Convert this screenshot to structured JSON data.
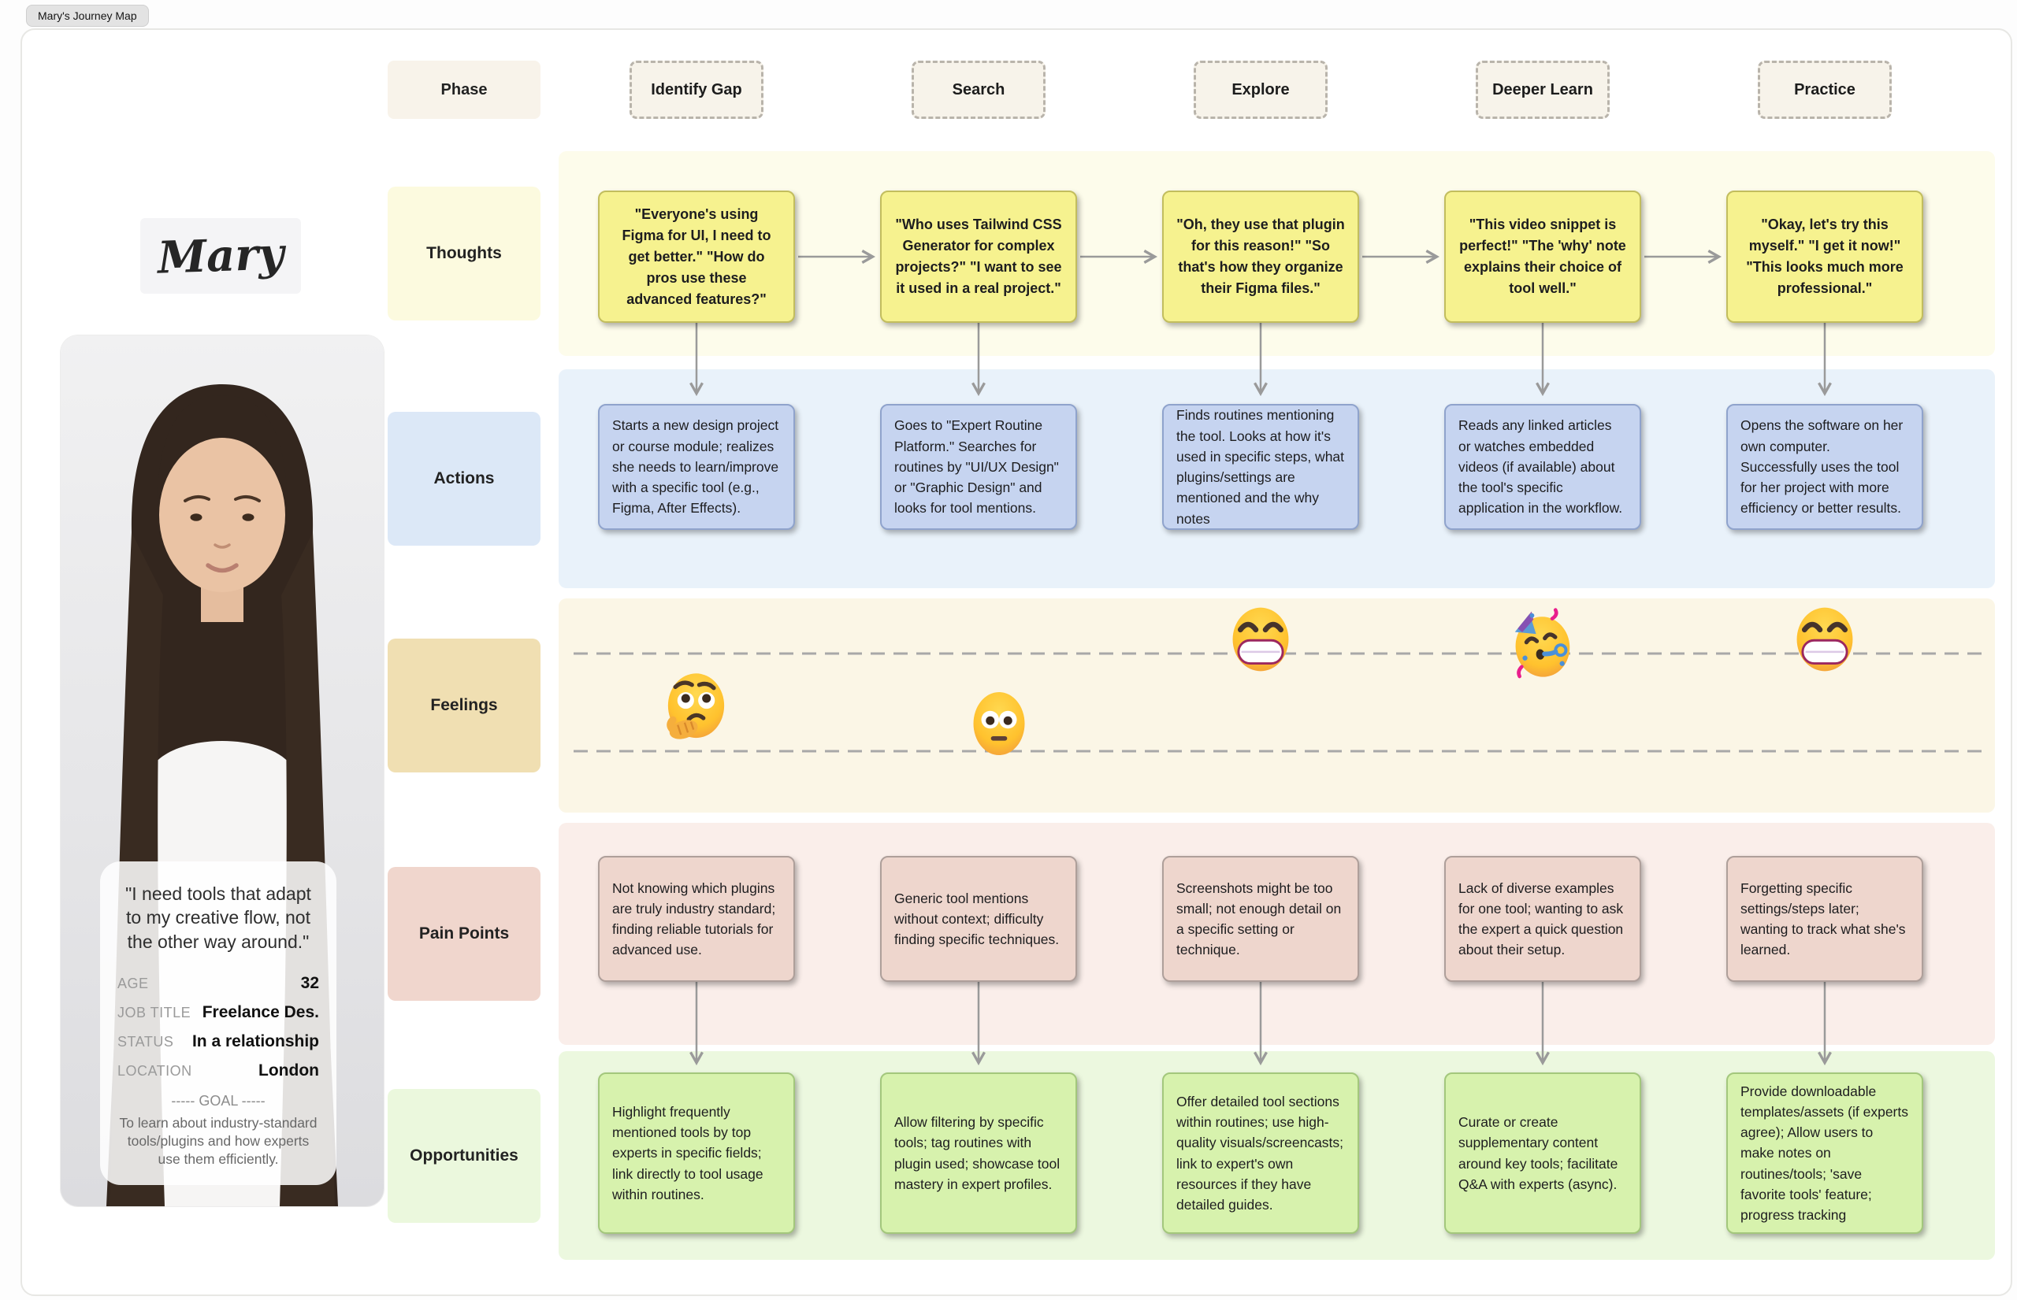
{
  "page": {
    "tab_title": "Mary's Journey Map"
  },
  "persona": {
    "name": "Mary",
    "quote": "\"I need tools that adapt to my creative flow, not the other way around.\"",
    "attributes": [
      {
        "label": "AGE",
        "value": "32"
      },
      {
        "label": "JOB TITLE",
        "value": "Freelance Des."
      },
      {
        "label": "STATUS",
        "value": "In a relationship"
      },
      {
        "label": "LOCATION",
        "value": "London"
      }
    ],
    "goal_divider": "----- GOAL -----",
    "goal": "To learn about industry-standard tools/plugins and how experts use them efficiently."
  },
  "row_labels": {
    "phase": "Phase",
    "thoughts": "Thoughts",
    "actions": "Actions",
    "feelings": "Feelings",
    "pain": "Pain Points",
    "opportunities": "Opportunities"
  },
  "phases": [
    "Identify Gap",
    "Search",
    "Explore",
    "Deeper Learn",
    "Practice"
  ],
  "thoughts": [
    "\"Everyone's using Figma for UI, I need to get better.\" \"How do pros use these advanced features?\"",
    "\"Who uses Tailwind CSS Generator for complex projects?\" \"I want to see it used in a real project.\"",
    "\"Oh, they use that plugin for this reason!\" \"So that's how they organize their Figma files.\"",
    "\"This video snippet is perfect!\" \"The 'why' note explains their choice of tool well.\"",
    "\"Okay, let's try this myself.\" \"I get it now!\" \"This looks much more professional.\""
  ],
  "actions": [
    "Starts a new design project or course module; realizes she needs to learn/improve with a specific tool (e.g., Figma, After Effects).",
    "Goes to \"Expert Routine Platform.\" Searches for routines by \"UI/UX Design\" or \"Graphic Design\" and looks for tool mentions.",
    "Finds routines mentioning the tool. Looks at how it's used in specific steps, what plugins/settings are mentioned and the why notes",
    "Reads any linked articles or watches embedded videos (if available) about the tool's specific application in the workflow.",
    "Opens the software on her own computer. Successfully uses the tool for her project with more efficiency or better results."
  ],
  "feelings": [
    {
      "emoji": "thinking-face-emoji",
      "position": "low"
    },
    {
      "emoji": "flushed-face-emoji",
      "position": "low"
    },
    {
      "emoji": "grinning-face-emoji",
      "position": "high"
    },
    {
      "emoji": "partying-face-emoji",
      "position": "high"
    },
    {
      "emoji": "grinning-face-emoji",
      "position": "high"
    }
  ],
  "pain_points": [
    "Not knowing which plugins are truly industry standard; finding reliable tutorials for advanced use.",
    "Generic tool mentions without context; difficulty finding specific techniques.",
    "Screenshots might be too small; not enough detail on a specific setting or technique.",
    "Lack of diverse examples for one tool; wanting to ask the expert a quick question about their setup.",
    "Forgetting specific settings/steps later; wanting to track what she's learned."
  ],
  "opportunities": [
    "Highlight frequently mentioned tools by top experts in specific fields; link directly to tool usage within routines.",
    "Allow filtering by specific tools; tag routines with plugin used; showcase tool mastery in expert profiles.",
    "Offer detailed tool sections within routines; use high-quality visuals/screencasts; link to expert's own resources if they have detailed guides.",
    "Curate or create supplementary content around key tools; facilitate Q&A with experts (async).",
    "Provide downloadable templates/assets (if experts agree); Allow users to make notes on routines/tools; 'save favorite tools' feature; progress tracking"
  ],
  "colors": {
    "thought_card": "#f6f28f",
    "thought_band": "#fdfceb",
    "thought_label": "#fcfadf",
    "action_card": "#c6d4f0",
    "action_band": "#e9f2fa",
    "action_label": "#dce8f7",
    "feeling_band": "#fbf6e6",
    "feeling_label": "#f0dfb2",
    "pain_card": "#eed6cd",
    "pain_band": "#faeeea",
    "pain_label": "#f0d6cd",
    "opportunity_card": "#d7f2ad",
    "opportunity_band": "#ecf8df",
    "opportunity_label": "#ebf8dd",
    "phase_box": "#f7f3ea",
    "connector": "#9a9a9a"
  }
}
